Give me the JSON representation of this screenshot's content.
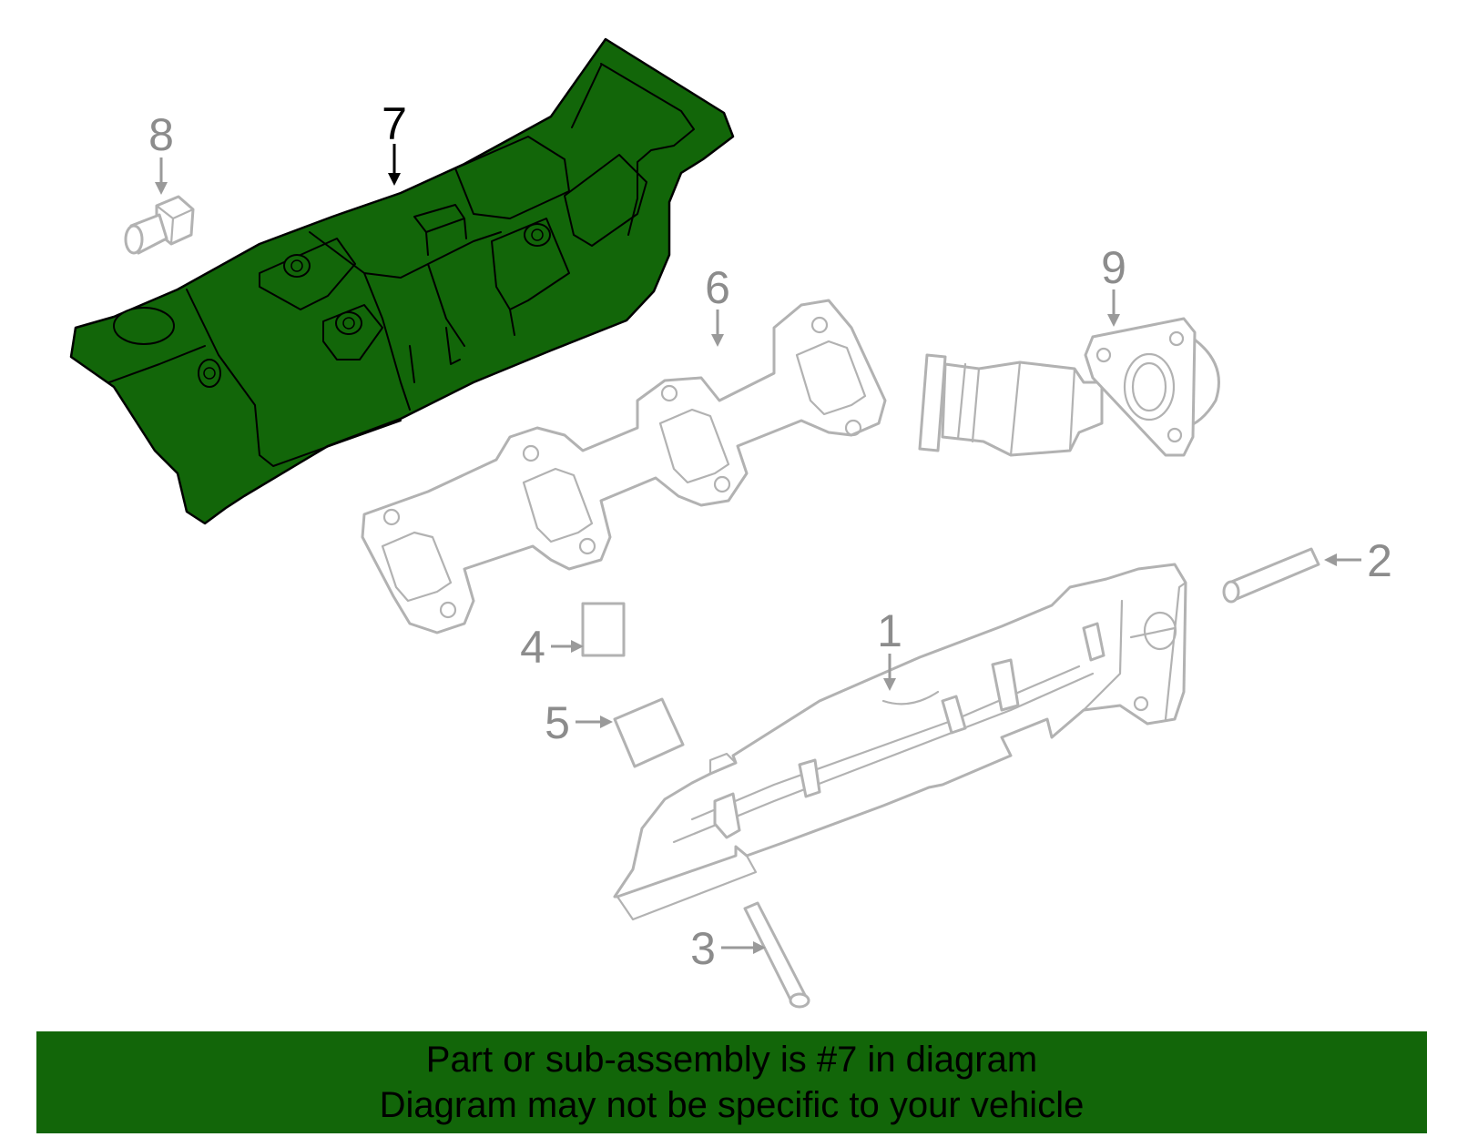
{
  "colors": {
    "highlight_fill": "#126609",
    "banner_fill": "#126609",
    "outline_gray": "#b2b2b2",
    "callout_gray": "#8c8c8c",
    "callout_highlight": "#000000"
  },
  "callouts": [
    {
      "id": "1",
      "label": "1",
      "highlighted": false
    },
    {
      "id": "2",
      "label": "2",
      "highlighted": false
    },
    {
      "id": "3",
      "label": "3",
      "highlighted": false
    },
    {
      "id": "4",
      "label": "4",
      "highlighted": false
    },
    {
      "id": "5",
      "label": "5",
      "highlighted": false
    },
    {
      "id": "6",
      "label": "6",
      "highlighted": false
    },
    {
      "id": "7",
      "label": "7",
      "highlighted": true
    },
    {
      "id": "8",
      "label": "8",
      "highlighted": false
    },
    {
      "id": "9",
      "label": "9",
      "highlighted": false
    }
  ],
  "banner": {
    "line1": "Part or sub-assembly is #7 in diagram",
    "line2": "Diagram may not be specific to your vehicle"
  }
}
